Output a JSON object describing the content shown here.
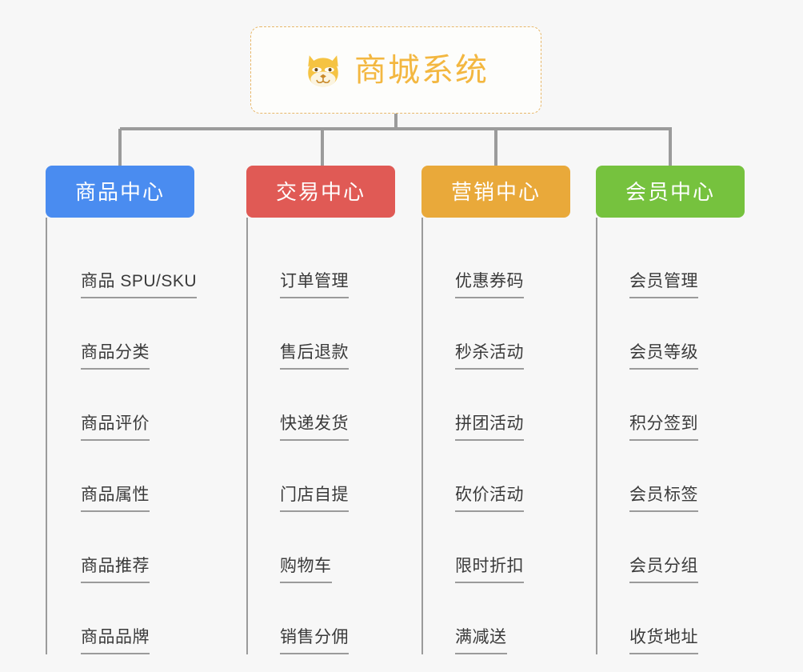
{
  "root": {
    "title": "商城系统",
    "icon": "shiba-dog-icon",
    "border_color": "#e8b86b",
    "text_color": "#f3b740",
    "background": "#fdfdfb"
  },
  "canvas": {
    "background": "#f7f7f7",
    "connector_color": "#9b9b9b"
  },
  "columns": [
    {
      "header": "商品中心",
      "color": "#4A8CF0",
      "leaves": [
        "商品 SPU/SKU",
        "商品分类",
        "商品评价",
        "商品属性",
        "商品推荐",
        "商品品牌"
      ]
    },
    {
      "header": "交易中心",
      "color": "#E05A55",
      "leaves": [
        "订单管理",
        "售后退款",
        "快递发货",
        "门店自提",
        "购物车",
        "销售分佣"
      ]
    },
    {
      "header": "营销中心",
      "color": "#E9A93A",
      "leaves": [
        "优惠券码",
        "秒杀活动",
        "拼团活动",
        "砍价活动",
        "限时折扣",
        "满减送"
      ]
    },
    {
      "header": "会员中心",
      "color": "#76C23E",
      "leaves": [
        "会员管理",
        "会员等级",
        "积分签到",
        "会员标签",
        "会员分组",
        "收货地址"
      ]
    }
  ]
}
